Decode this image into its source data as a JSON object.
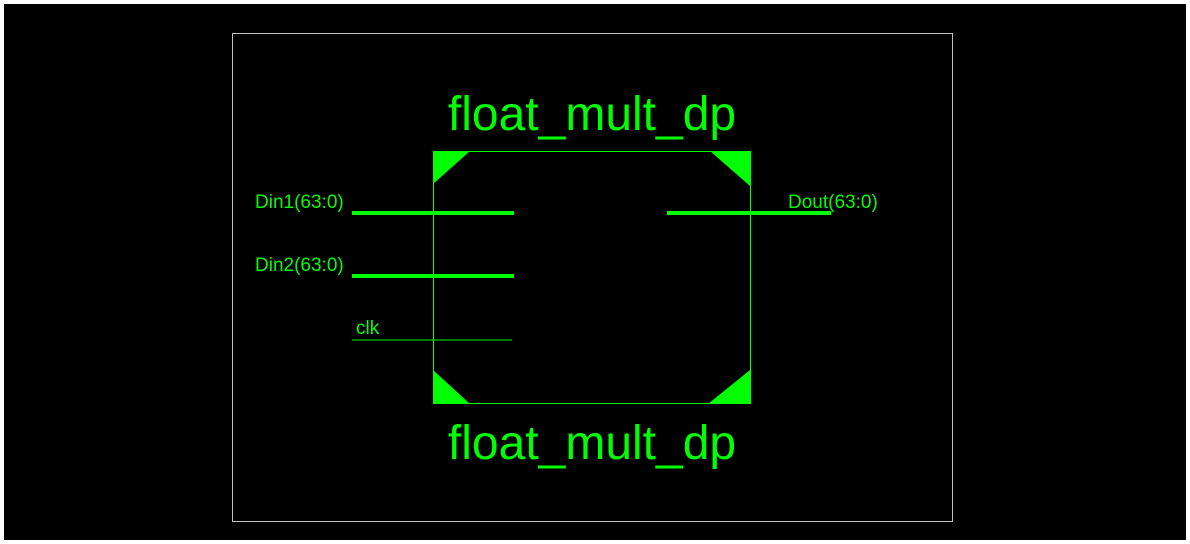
{
  "diagram": {
    "component_name_top": "float_mult_dp",
    "component_name_bottom": "float_mult_dp",
    "ports": {
      "din1": "Din1(63:0)",
      "din2": "Din2(63:0)",
      "clk": "clk",
      "dout": "Dout(63:0)"
    }
  },
  "colors": {
    "background": "#000000",
    "outer_border": "#bfbfbf",
    "symbol": "#00ff00"
  }
}
